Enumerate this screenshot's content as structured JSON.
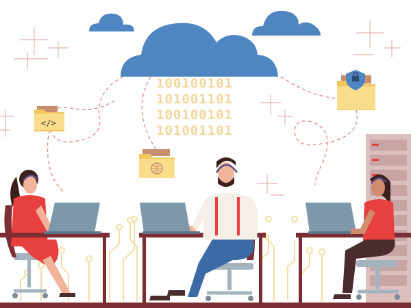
{
  "illustration": {
    "binary_lines": [
      "100100101",
      "101001101",
      "100100101",
      "101001101"
    ],
    "code_symbol": "</>",
    "colors": {
      "cloud": "#4f86c1",
      "binary_text": "#f2d79c",
      "folder": "#f9dd8b",
      "folder_tab": "#f2c85e",
      "paper": "#c98e6e",
      "dashed_path": "#d9938a",
      "circuit": "#f4dea4",
      "grid_marks": "#e6b3ad",
      "desk": "#7a2e33",
      "laptop": "#7d98ab",
      "server_rack": "#dcbfbf",
      "red_shirt": "#e8403f",
      "blue_pants": "#3c6aa5",
      "dark_pants": "#4a2b2e",
      "chair": "#a5b3bf",
      "hair_dark": "#3b1f1c",
      "skin": "#f1b49a",
      "skin_dark": "#d08c6e",
      "headset": "#5a4a8a",
      "lock_shield": "#4f86c1"
    },
    "icons": [
      "cloud-icon",
      "folder-code-icon",
      "folder-globe-icon",
      "folder-lock-icon",
      "server-rack-icon"
    ]
  }
}
